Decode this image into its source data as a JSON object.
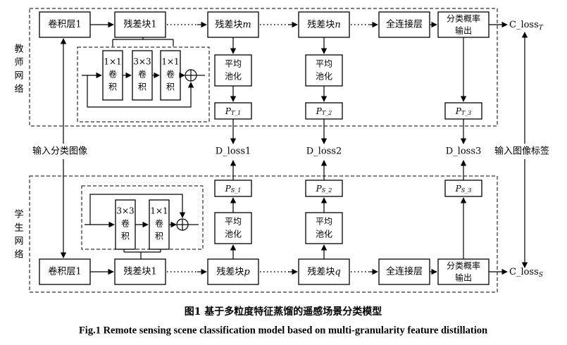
{
  "teacher_label": [
    "教",
    "师",
    "网",
    "络"
  ],
  "student_label": [
    "学",
    "生",
    "网",
    "络"
  ],
  "teacher": {
    "conv": "卷积层1",
    "res1": "残差块1",
    "resm": [
      "残差块",
      "m"
    ],
    "resn": [
      "残差块",
      "n"
    ],
    "fc": "全连接层",
    "prob": [
      "分类概率",
      "输出"
    ],
    "pool": [
      "平均",
      "池化"
    ],
    "p_base": "P",
    "p_subs": [
      "T_1",
      "T_2",
      "T_3"
    ],
    "detail": [
      [
        "1×1",
        "卷",
        "积"
      ],
      [
        "3×3",
        "卷",
        "积"
      ],
      [
        "1×1",
        "卷",
        "积"
      ]
    ],
    "loss": [
      "C_loss",
      "T"
    ]
  },
  "student": {
    "conv": "卷积层1",
    "res1": "残差块1",
    "resp": [
      "残差块",
      "p"
    ],
    "resq": [
      "残差块",
      "q"
    ],
    "fc": "全连接层",
    "prob": [
      "分类概率",
      "输出"
    ],
    "pool": [
      "平均",
      "池化"
    ],
    "p_base": "P",
    "p_subs": [
      "S_1",
      "S_2",
      "S_3"
    ],
    "detail": [
      [
        "3×3",
        "卷",
        "积"
      ],
      [
        "1×1",
        "卷",
        "积"
      ]
    ],
    "loss": [
      "C_loss",
      "S"
    ]
  },
  "d_losses": [
    "D_loss1",
    "D_loss2",
    "D_loss3"
  ],
  "input_image": "输入分类图像",
  "input_label": "输入图像标签",
  "caption": {
    "cn": "图1   基于多粒度特征蒸馏的遥感场景分类模型",
    "en": "Fig.1    Remote sensing scene classification model based on multi-granularity feature distillation"
  }
}
